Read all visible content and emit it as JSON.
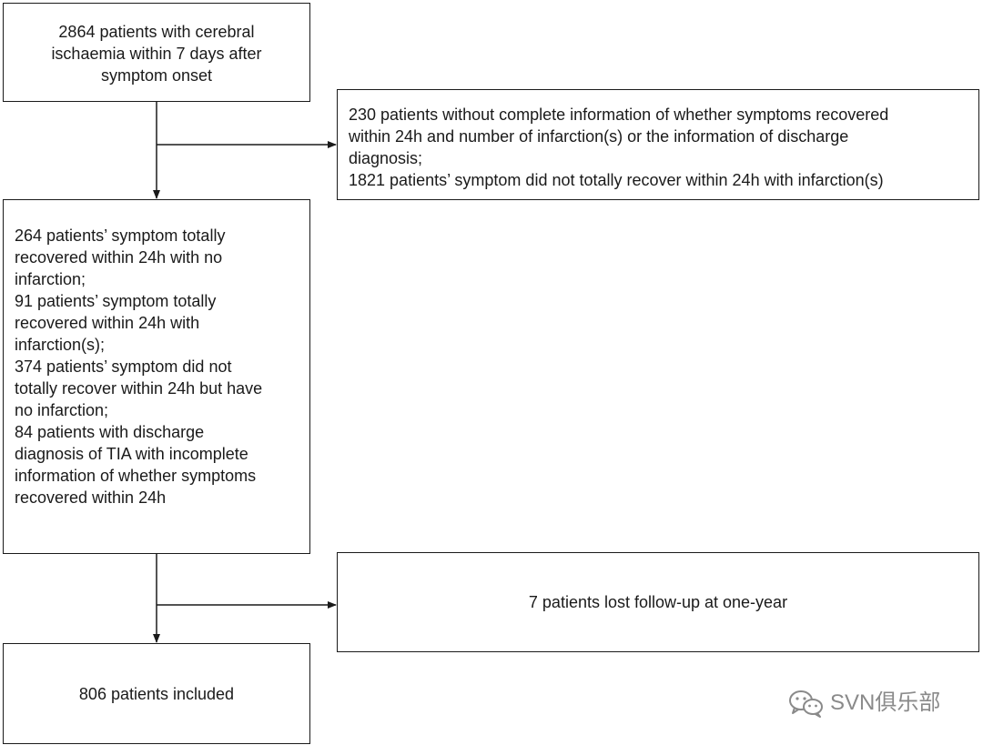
{
  "flowchart": {
    "start_box": {
      "lines": [
        "2864 patients with cerebral",
        "ischaemia within 7 days after",
        "symptom onset"
      ]
    },
    "exclusion_box_1": {
      "lines": [
        "230 patients without complete information of whether symptoms recovered",
        "within 24h and number of infarction(s) or the information of discharge",
        "diagnosis;",
        "1821 patients’ symptom did not totally recover within 24h with infarction(s)"
      ]
    },
    "middle_box": {
      "lines": [
        "264 patients’ symptom totally",
        "recovered within 24h with no",
        "infarction;",
        "91 patients’ symptom totally",
        "recovered within 24h with",
        "infarction(s);",
        "374 patients’ symptom did not",
        "totally recover within 24h but have",
        "no infarction;",
        "84 patients with discharge",
        "diagnosis of TIA with incomplete",
        "information of whether symptoms",
        "recovered within 24h"
      ]
    },
    "exclusion_box_2": {
      "text": "7 patients lost follow-up at one-year"
    },
    "final_box": {
      "text": "806 patients included"
    }
  },
  "watermark": {
    "icon": "wechat-icon",
    "text": "SVN俱乐部",
    "color": "#8a8a8a"
  }
}
